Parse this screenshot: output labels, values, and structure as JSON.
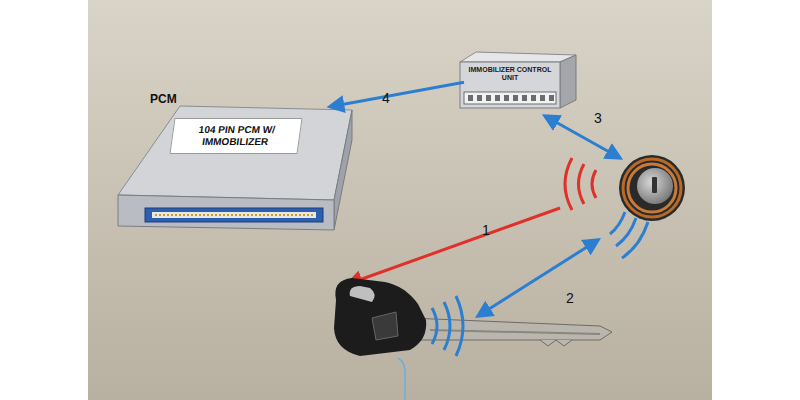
{
  "diagram": {
    "nodes": [
      {
        "text": [
          "PCM",
          "104 PIN PCM W/ IMMOBILIZER"
        ]
      },
      {
        "text": [
          "IMMOBILIZER CONTROL UNIT"
        ]
      }
    ],
    "edges": [
      {
        "from": 1,
        "to": 0,
        "arrow": "to"
      }
    ],
    "labels": [
      "1",
      "2",
      "3",
      "4"
    ]
  }
}
